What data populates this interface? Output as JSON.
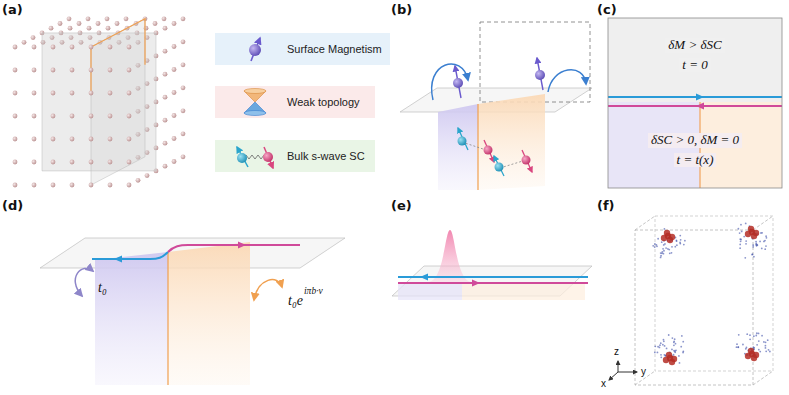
{
  "diagram": {
    "nodes": [
      {
        "text": [
          "Surface Magnetism"
        ]
      },
      {
        "text": [
          "Weak topology"
        ]
      },
      {
        "text": [
          "Bulk s-wave SC"
        ]
      },
      {
        "text": [
          "δM > δSC",
          "t = 0"
        ]
      },
      {
        "text": [
          "δSC > 0, δM = 0",
          "t = t(x)"
        ]
      }
    ],
    "labels": [
      "(a)",
      "(b)",
      "(c)",
      "(d)",
      "(e)",
      "(f)",
      "t₀",
      "t₀e",
      "iπb·ν",
      "x",
      "y",
      "z"
    ]
  }
}
